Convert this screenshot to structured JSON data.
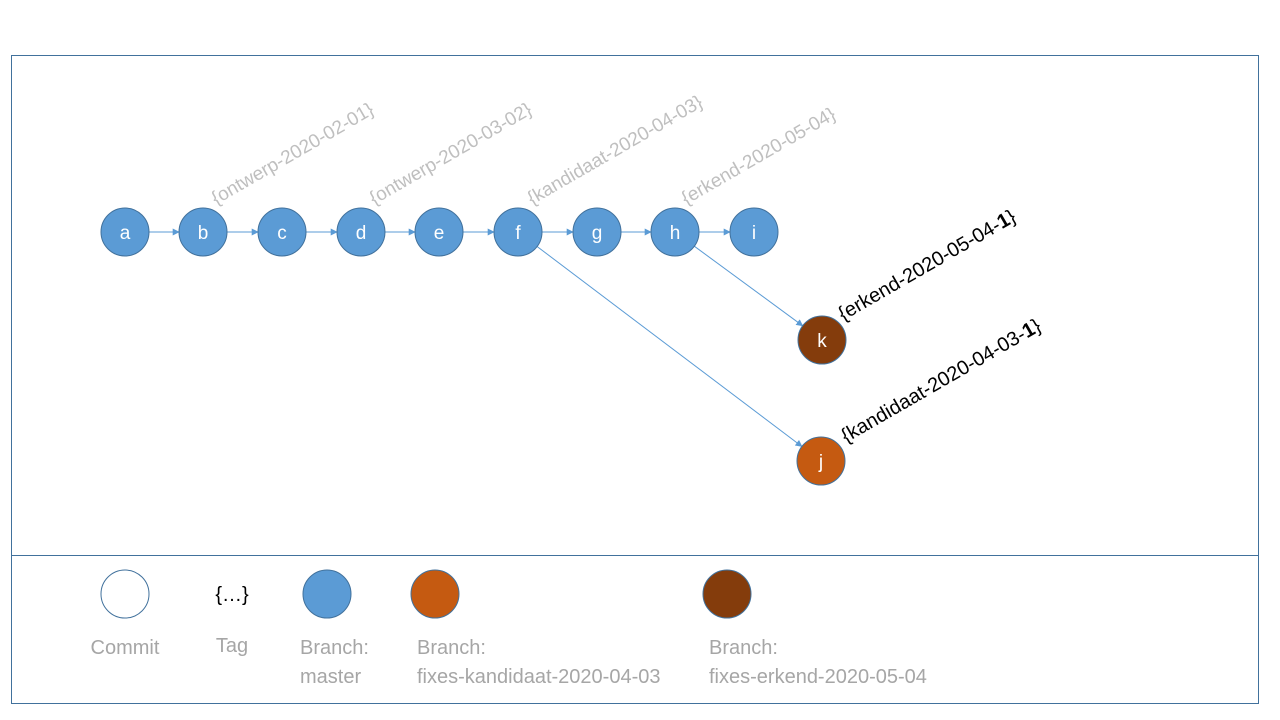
{
  "colors": {
    "master": "#5b9bd5",
    "fixes_kandidaat": "#c55a11",
    "fixes_erkend": "#843c0c",
    "commit_outline": "#41719c",
    "edge": "#5b9bd5",
    "tag_faded": "#bfbfbf",
    "legend_text": "#a6a6a6"
  },
  "commits": [
    {
      "id": "a",
      "branch": "master"
    },
    {
      "id": "b",
      "branch": "master"
    },
    {
      "id": "c",
      "branch": "master"
    },
    {
      "id": "d",
      "branch": "master"
    },
    {
      "id": "e",
      "branch": "master"
    },
    {
      "id": "f",
      "branch": "master"
    },
    {
      "id": "g",
      "branch": "master"
    },
    {
      "id": "h",
      "branch": "master"
    },
    {
      "id": "i",
      "branch": "master"
    },
    {
      "id": "k",
      "branch": "fixes_erkend"
    },
    {
      "id": "j",
      "branch": "fixes_kandidaat"
    }
  ],
  "edges": [
    [
      "a",
      "b"
    ],
    [
      "b",
      "c"
    ],
    [
      "c",
      "d"
    ],
    [
      "d",
      "e"
    ],
    [
      "e",
      "f"
    ],
    [
      "f",
      "g"
    ],
    [
      "g",
      "h"
    ],
    [
      "h",
      "i"
    ],
    [
      "h",
      "k"
    ],
    [
      "f",
      "j"
    ]
  ],
  "tags": {
    "b": "{ontwerp-2020-02-01}",
    "d": "{ontwerp-2020-03-02}",
    "f": "{kandidaat-2020-04-03}",
    "h": "{erkend-2020-05-04}",
    "k_prefix": "{erkend-2020-05-04-",
    "k_bold": "1",
    "k_suffix": "}",
    "j_prefix": "{kandidaat-2020-04-03-",
    "j_bold": "1",
    "j_suffix": "}"
  },
  "legend": {
    "commit_label": "Commit",
    "tag_symbol": "{…}",
    "tag_label": "Tag",
    "master_line1": "Branch:",
    "master_line2": "master",
    "kandidaat_line1": "Branch:",
    "kandidaat_line2": "fixes-kandidaat-2020-04-03",
    "erkend_line1": "Branch:",
    "erkend_line2": "fixes-erkend-2020-05-04"
  }
}
